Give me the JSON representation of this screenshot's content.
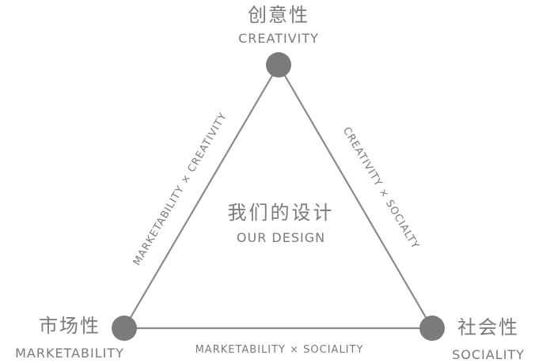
{
  "nodes": {
    "creativity": {
      "zh": "创意性",
      "en": "CREATIVITY"
    },
    "marketability": {
      "zh": "市场性",
      "en": "MARKETABILITY"
    },
    "sociality": {
      "zh": "社会性",
      "en": "SOCIALITY"
    }
  },
  "edges": {
    "left": "MARKETABILITY × CREATIVITY",
    "right": "CREATIVITY × SOCIALTY",
    "bottom": "MARKETABILITY × SOCIALITY"
  },
  "center": {
    "zh": "我们的设计",
    "en": "OUR DESIGN"
  },
  "colors": {
    "line": "#8a8a8a",
    "node": "#7b7b7b",
    "text": "#7a7a7a"
  }
}
